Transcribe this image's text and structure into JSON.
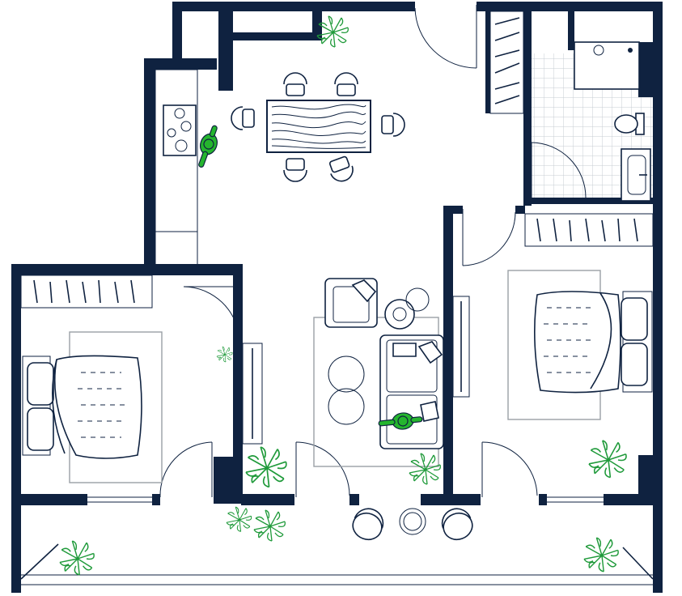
{
  "plan": {
    "colors": {
      "wall": "#0f2240",
      "person": "#25b52e",
      "plant": "#1f9a3a",
      "rug": "#9aa0a6",
      "tile": "#c7ccd3",
      "table_wood": "#0f2240"
    },
    "rooms": [
      "kitchen-dining",
      "living-area",
      "bedroom-left",
      "bedroom-right",
      "bathroom",
      "balcony",
      "entry-hall"
    ],
    "furniture": [
      "dining-table",
      "dining-chair",
      "stove",
      "kitchen-counter",
      "armchair",
      "sofa",
      "round-side-table",
      "coffee-table",
      "double-bed",
      "wardrobe",
      "bathtub",
      "toilet",
      "washbasin",
      "lounge-chair",
      "balcony-table"
    ],
    "icons": [
      "person-icon",
      "plant-icon",
      "door-swing-icon"
    ]
  }
}
